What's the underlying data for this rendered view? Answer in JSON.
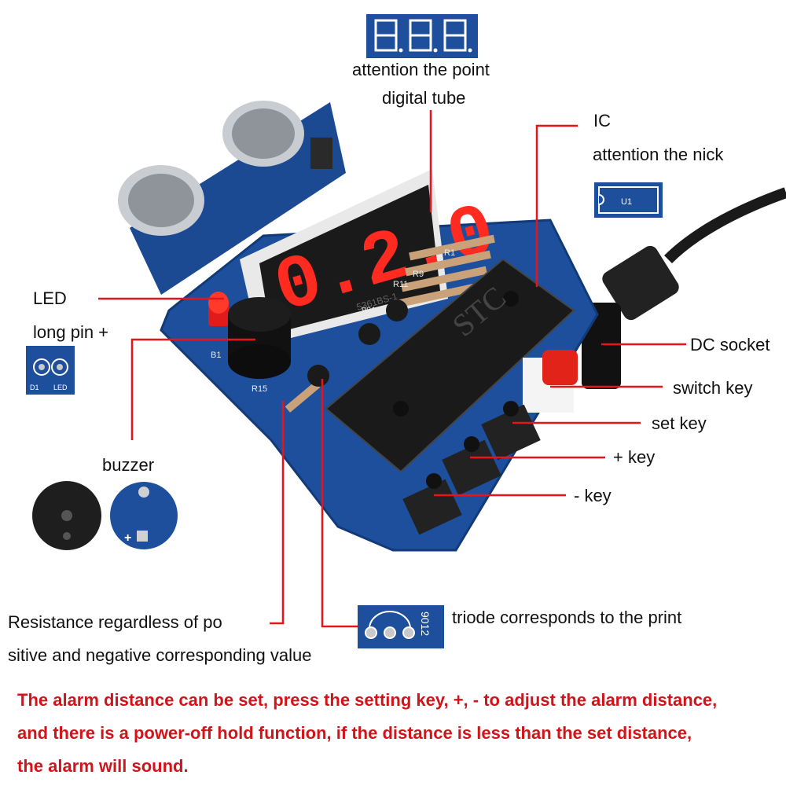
{
  "labels": {
    "digital_tube_1": "attention the point",
    "digital_tube_2": "digital tube",
    "ic_1": "IC",
    "ic_2": "attention the nick",
    "ic_silk": "U1",
    "led_1": "LED",
    "led_2": "long pin +",
    "led_silk_d1": "D1",
    "led_silk_led": "LED",
    "dc_socket": "DC socket",
    "switch_key": "switch key",
    "set_key": "set key",
    "plus_key": "+ key",
    "minus_key": "- key",
    "buzzer": "buzzer",
    "buzzer_plus": "+",
    "resistance_1": "Resistance regardless of po",
    "resistance_2": "sitive and negative corresponding value",
    "triode": "triode corresponds to the print",
    "triode_silk": "9012"
  },
  "board": {
    "display_digits": "0.2.0",
    "display_part": "5361BS-1",
    "chip_brand": "STC",
    "silk_b1": "B1",
    "silk_r15": "R15",
    "silk_r11": "R11",
    "silk_r9": "R9",
    "silk_r1": "R1",
    "silk_9012": "9012"
  },
  "note": {
    "line1": "The alarm distance can be set, press the setting key, +, - to adjust the alarm distance,",
    "line2": "and there is a power-off hold function, if the distance is less than the set distance,",
    "line3": "the alarm will sound."
  },
  "colors": {
    "pcb": "#1d4f9c",
    "leader": "#e8141c",
    "note_text": "#d0141a",
    "segment_on": "#ff2a20"
  }
}
